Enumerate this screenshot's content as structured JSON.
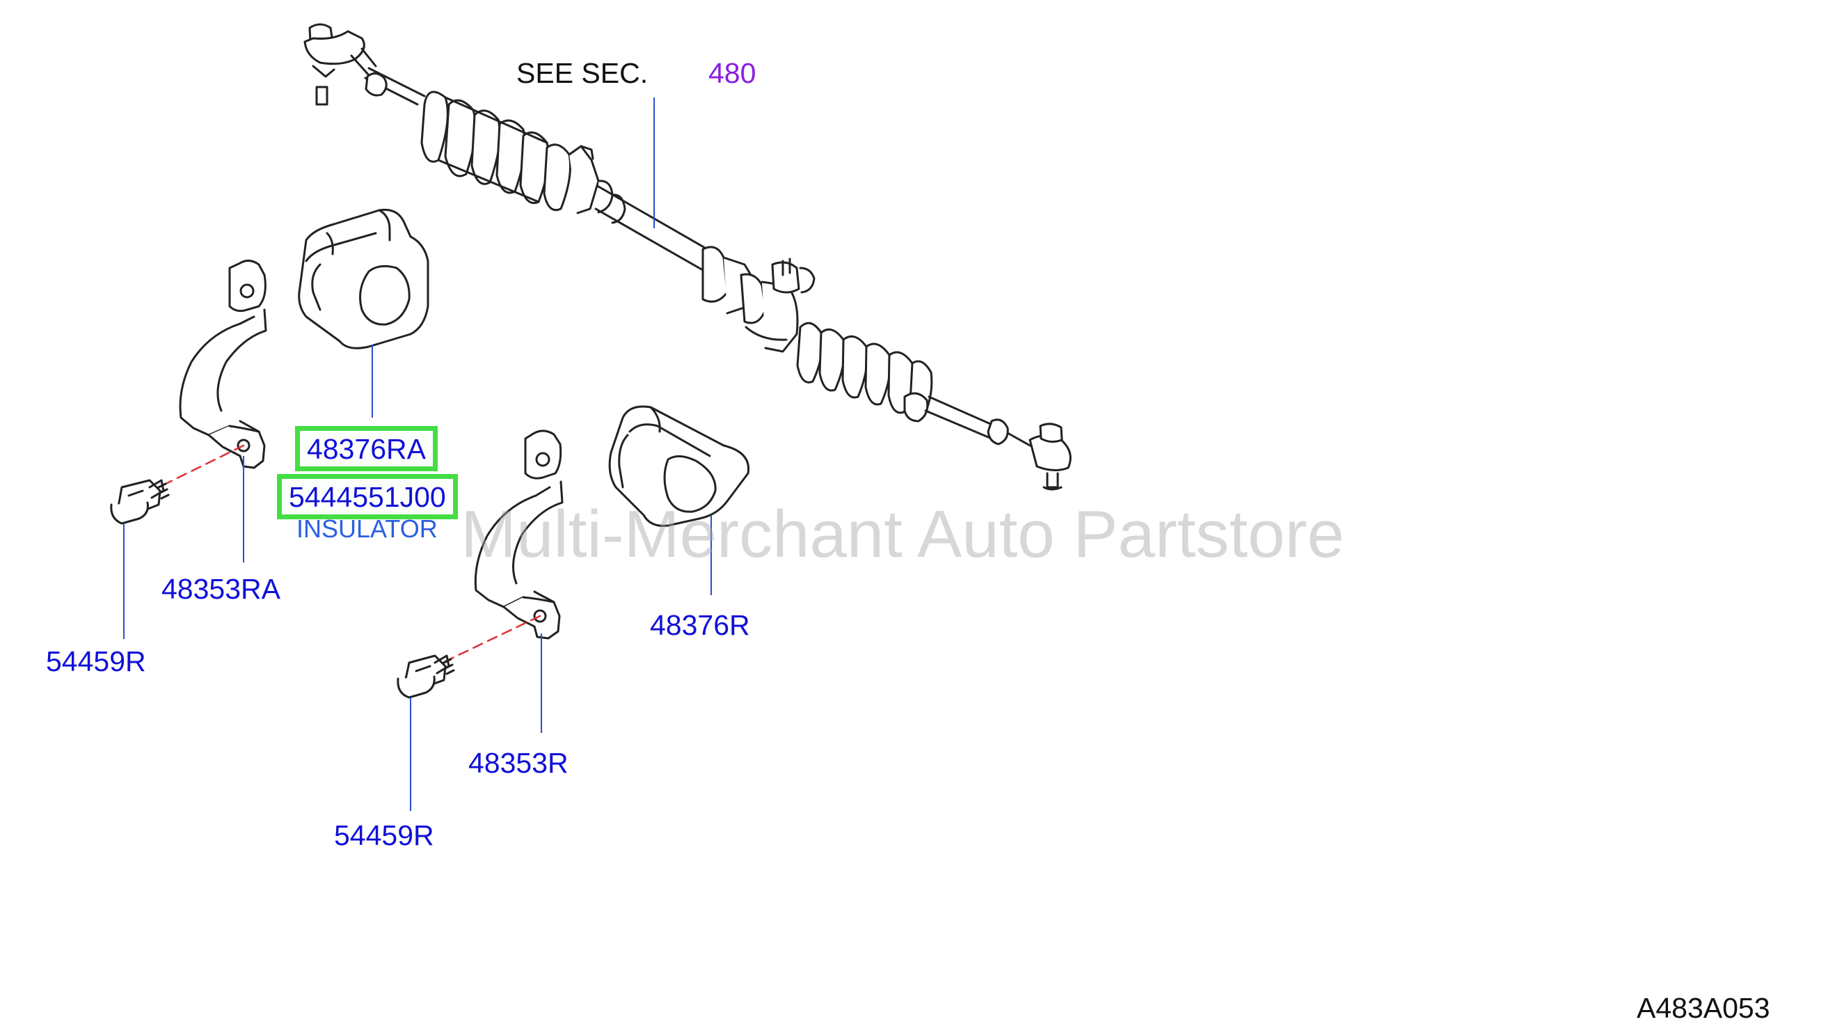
{
  "diagram": {
    "callouts": {
      "see_sec": "SEE  SEC.",
      "sec_number": "480",
      "insulator_boxed": "48376RA",
      "insulator_part": "5444551J00",
      "insulator_name": "INSULATOR",
      "clamp_left": "48353RA",
      "bolt_left": "54459R",
      "insulator_right": "48376R",
      "clamp_right": "48353R",
      "bolt_right": "54459R"
    },
    "figure_code": "A483A053",
    "watermark": "Multi-Merchant Auto Partstore",
    "colors": {
      "part_label": "#1010d8",
      "section_ref": "#8a1ee0",
      "highlight_box": "#44dd44",
      "insulator_text": "#2a5fe0",
      "hidden_line": "#e03030"
    }
  }
}
